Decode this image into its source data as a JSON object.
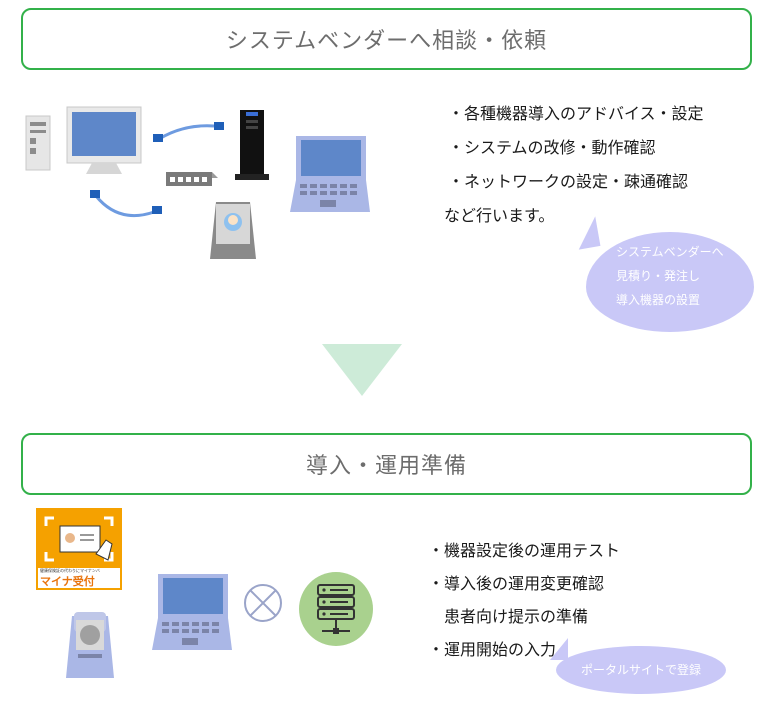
{
  "step1": {
    "title": "システムベンダーへ相談・依頼",
    "items": [
      "・各種機器導入のアドバイス・設定",
      "・システムの改修・動作確認",
      "・ネットワークの設定・疎通確認",
      "など行います。"
    ],
    "bubble": [
      "システムベンダーへ",
      "見積り・発注し",
      "導入機器の設置"
    ]
  },
  "step2": {
    "title": "導入・運用準備",
    "items": [
      "・機器設定後の運用テスト",
      "・導入後の運用変更確認",
      "患者向け提示の準備",
      "・運用開始の入力"
    ],
    "bubble": "ポータルサイトで登録",
    "sign": {
      "top_text": "健康保険証の代わりにマイナンバーカードで",
      "main_text": "マイナ受付"
    }
  },
  "colors": {
    "box_border": "#33b14a",
    "arrow": "#cdebd8",
    "bubble": "#c9c8f7",
    "device_blue": "#aab7e6",
    "screen_blue": "#5e87c9",
    "server_circle": "#a9d18e",
    "sign_orange": "#f5a100"
  }
}
